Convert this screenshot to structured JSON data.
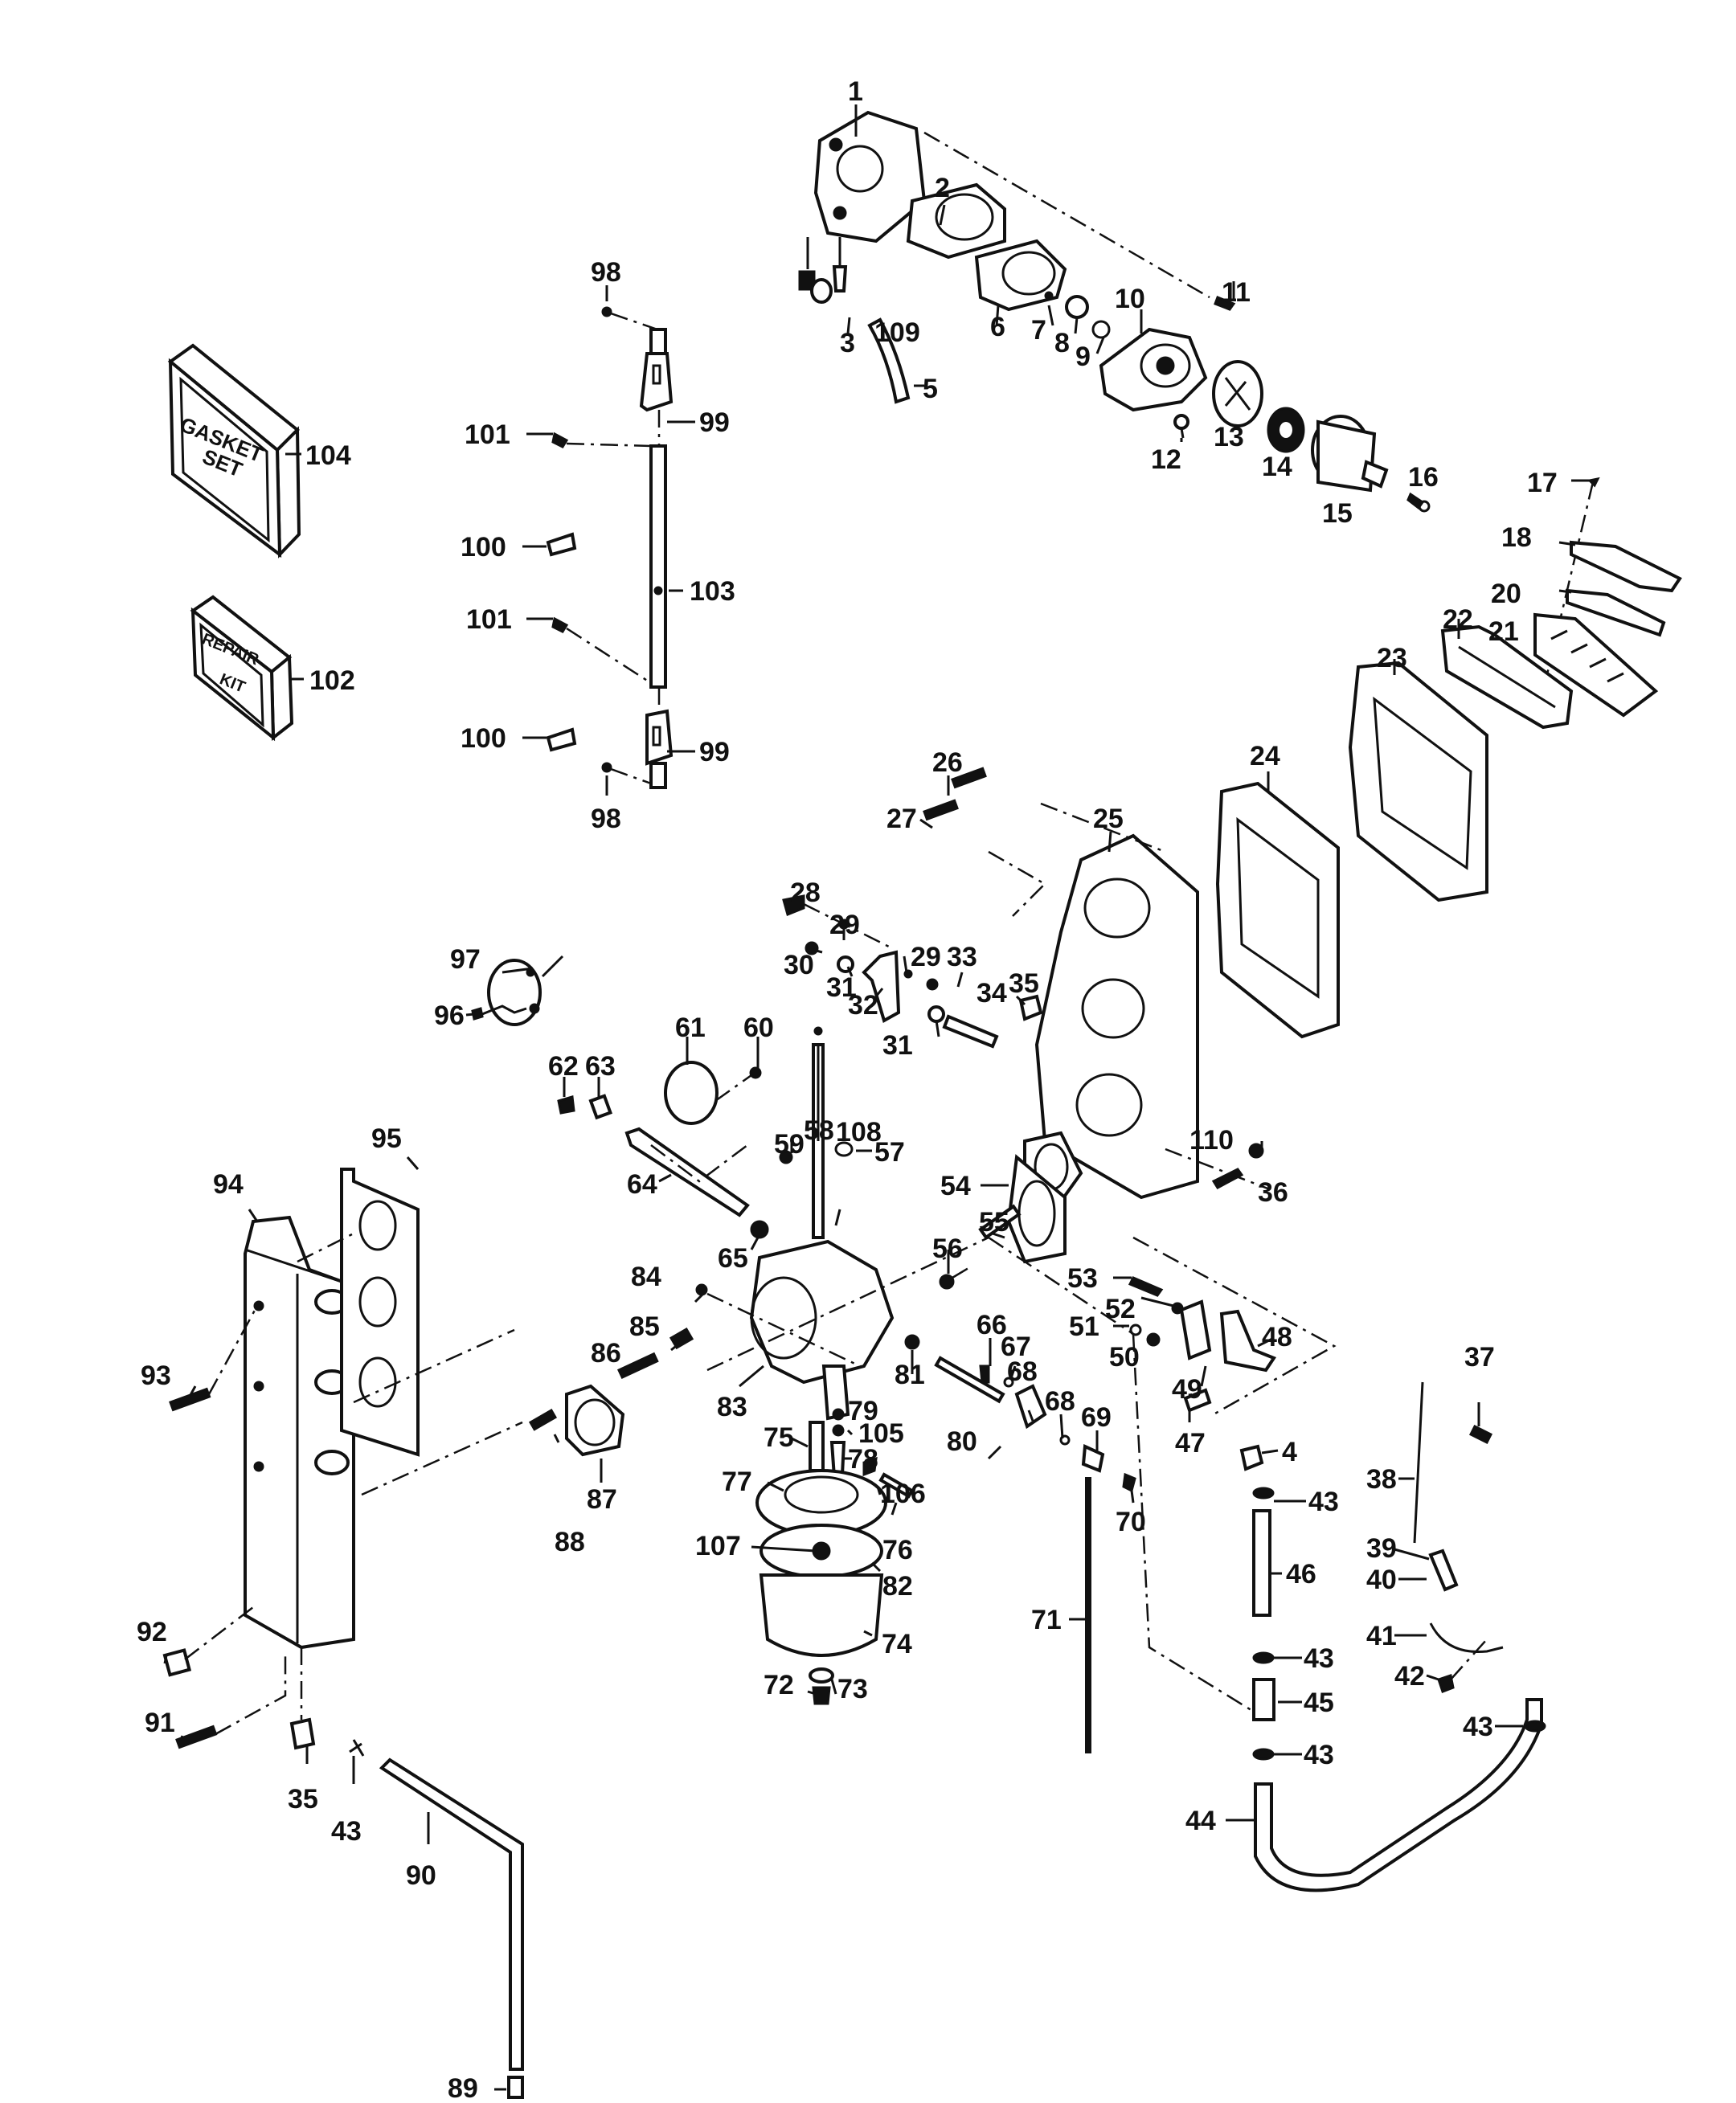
{
  "diagram": {
    "title": "",
    "kits": {
      "gasket_set": {
        "callout": "104",
        "text_line1": "GASKET",
        "text_line2": "SET"
      },
      "repair_kit": {
        "callout": "102",
        "text_line1": "REPAIR",
        "text_line2": "KIT"
      }
    },
    "callouts": [
      {
        "id": "c1",
        "text": "1"
      },
      {
        "id": "c2",
        "text": "2"
      },
      {
        "id": "c3",
        "text": "3"
      },
      {
        "id": "c109",
        "text": "109"
      },
      {
        "id": "c5",
        "text": "5"
      },
      {
        "id": "c6",
        "text": "6"
      },
      {
        "id": "c7",
        "text": "7"
      },
      {
        "id": "c8",
        "text": "8"
      },
      {
        "id": "c9",
        "text": "9"
      },
      {
        "id": "c10",
        "text": "10"
      },
      {
        "id": "c11",
        "text": "11"
      },
      {
        "id": "c12",
        "text": "12"
      },
      {
        "id": "c13",
        "text": "13"
      },
      {
        "id": "c14",
        "text": "14"
      },
      {
        "id": "c15",
        "text": "15"
      },
      {
        "id": "c16",
        "text": "16"
      },
      {
        "id": "c17",
        "text": "17"
      },
      {
        "id": "c18",
        "text": "18"
      },
      {
        "id": "c20",
        "text": "20"
      },
      {
        "id": "c21",
        "text": "21"
      },
      {
        "id": "c22",
        "text": "22"
      },
      {
        "id": "c23",
        "text": "23"
      },
      {
        "id": "c24",
        "text": "24"
      },
      {
        "id": "c25",
        "text": "25"
      },
      {
        "id": "c26",
        "text": "26"
      },
      {
        "id": "c27",
        "text": "27"
      },
      {
        "id": "c28",
        "text": "28"
      },
      {
        "id": "c29a",
        "text": "29"
      },
      {
        "id": "c29b",
        "text": "29"
      },
      {
        "id": "c30",
        "text": "30"
      },
      {
        "id": "c31a",
        "text": "31"
      },
      {
        "id": "c31b",
        "text": "31"
      },
      {
        "id": "c32",
        "text": "32"
      },
      {
        "id": "c33",
        "text": "33"
      },
      {
        "id": "c34",
        "text": "34"
      },
      {
        "id": "c35a",
        "text": "35"
      },
      {
        "id": "c36",
        "text": "36"
      },
      {
        "id": "c110",
        "text": "110"
      },
      {
        "id": "c54",
        "text": "54"
      },
      {
        "id": "c55",
        "text": "55"
      },
      {
        "id": "c56",
        "text": "56"
      },
      {
        "id": "c57",
        "text": "57"
      },
      {
        "id": "c58",
        "text": "58"
      },
      {
        "id": "c59",
        "text": "59"
      },
      {
        "id": "c60",
        "text": "60"
      },
      {
        "id": "c61",
        "text": "61"
      },
      {
        "id": "c62",
        "text": "62"
      },
      {
        "id": "c63",
        "text": "63"
      },
      {
        "id": "c64",
        "text": "64"
      },
      {
        "id": "c65",
        "text": "65"
      },
      {
        "id": "c108",
        "text": "108"
      },
      {
        "id": "c96",
        "text": "96"
      },
      {
        "id": "c97",
        "text": "97"
      },
      {
        "id": "c98a",
        "text": "98"
      },
      {
        "id": "c98b",
        "text": "98"
      },
      {
        "id": "c99a",
        "text": "99"
      },
      {
        "id": "c99b",
        "text": "99"
      },
      {
        "id": "c100a",
        "text": "100"
      },
      {
        "id": "c100b",
        "text": "100"
      },
      {
        "id": "c101a",
        "text": "101"
      },
      {
        "id": "c101b",
        "text": "101"
      },
      {
        "id": "c103",
        "text": "103"
      },
      {
        "id": "c53",
        "text": "53"
      },
      {
        "id": "c52",
        "text": "52"
      },
      {
        "id": "c51",
        "text": "51"
      },
      {
        "id": "c50",
        "text": "50"
      },
      {
        "id": "c49",
        "text": "49"
      },
      {
        "id": "c48",
        "text": "48"
      },
      {
        "id": "c47",
        "text": "47"
      },
      {
        "id": "c37",
        "text": "37"
      },
      {
        "id": "c4",
        "text": "4"
      },
      {
        "id": "c43a",
        "text": "43"
      },
      {
        "id": "c46",
        "text": "46"
      },
      {
        "id": "c38",
        "text": "38"
      },
      {
        "id": "c39",
        "text": "39"
      },
      {
        "id": "c40",
        "text": "40"
      },
      {
        "id": "c41",
        "text": "41"
      },
      {
        "id": "c42",
        "text": "42"
      },
      {
        "id": "c43b",
        "text": "43"
      },
      {
        "id": "c45",
        "text": "45"
      },
      {
        "id": "c43c",
        "text": "43"
      },
      {
        "id": "c43d",
        "text": "43"
      },
      {
        "id": "c44",
        "text": "44"
      },
      {
        "id": "c84",
        "text": "84"
      },
      {
        "id": "c85",
        "text": "85"
      },
      {
        "id": "c86",
        "text": "86"
      },
      {
        "id": "c83",
        "text": "83"
      },
      {
        "id": "c81",
        "text": "81"
      },
      {
        "id": "c66",
        "text": "66"
      },
      {
        "id": "c67",
        "text": "67"
      },
      {
        "id": "c68a",
        "text": "68"
      },
      {
        "id": "c68b",
        "text": "68"
      },
      {
        "id": "c69",
        "text": "69"
      },
      {
        "id": "c70",
        "text": "70"
      },
      {
        "id": "c71",
        "text": "71"
      },
      {
        "id": "c80",
        "text": "80"
      },
      {
        "id": "c79",
        "text": "79"
      },
      {
        "id": "c105",
        "text": "105"
      },
      {
        "id": "c75",
        "text": "75"
      },
      {
        "id": "c78",
        "text": "78"
      },
      {
        "id": "c77",
        "text": "77"
      },
      {
        "id": "c106",
        "text": "106"
      },
      {
        "id": "c76",
        "text": "76"
      },
      {
        "id": "c107",
        "text": "107"
      },
      {
        "id": "c82",
        "text": "82"
      },
      {
        "id": "c74",
        "text": "74"
      },
      {
        "id": "c72",
        "text": "72"
      },
      {
        "id": "c73",
        "text": "73"
      },
      {
        "id": "c87",
        "text": "87"
      },
      {
        "id": "c88",
        "text": "88"
      },
      {
        "id": "c93",
        "text": "93"
      },
      {
        "id": "c94",
        "text": "94"
      },
      {
        "id": "c95",
        "text": "95"
      },
      {
        "id": "c92",
        "text": "92"
      },
      {
        "id": "c91",
        "text": "91"
      },
      {
        "id": "c35b",
        "text": "35"
      },
      {
        "id": "c43e",
        "text": "43"
      },
      {
        "id": "c90",
        "text": "90"
      },
      {
        "id": "c89",
        "text": "89"
      }
    ]
  }
}
